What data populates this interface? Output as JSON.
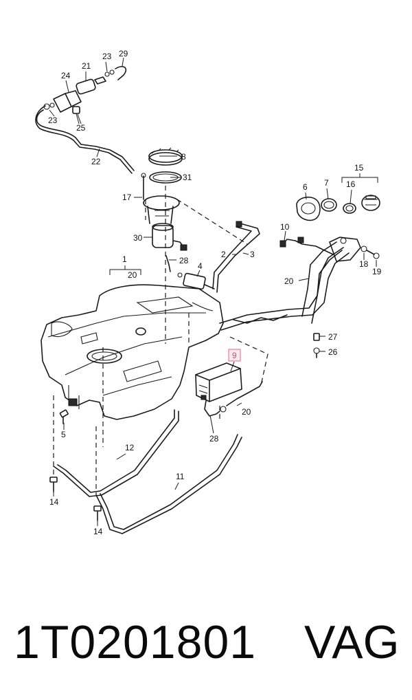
{
  "diagram": {
    "callouts": [
      {
        "id": "c1",
        "label": "1"
      },
      {
        "id": "c20a",
        "label": "20"
      },
      {
        "id": "c2",
        "label": "2"
      },
      {
        "id": "c3",
        "label": "3"
      },
      {
        "id": "c4",
        "label": "4"
      },
      {
        "id": "c5",
        "label": "5"
      },
      {
        "id": "c6",
        "label": "6"
      },
      {
        "id": "c7",
        "label": "7"
      },
      {
        "id": "c8",
        "label": "8"
      },
      {
        "id": "c9",
        "label": "9"
      },
      {
        "id": "c10",
        "label": "10"
      },
      {
        "id": "c11",
        "label": "11"
      },
      {
        "id": "c12",
        "label": "12"
      },
      {
        "id": "c14a",
        "label": "14"
      },
      {
        "id": "c14b",
        "label": "14"
      },
      {
        "id": "c15",
        "label": "15"
      },
      {
        "id": "c16",
        "label": "16"
      },
      {
        "id": "c17",
        "label": "17"
      },
      {
        "id": "c18",
        "label": "18"
      },
      {
        "id": "c19",
        "label": "19"
      },
      {
        "id": "c20b",
        "label": "20"
      },
      {
        "id": "c20c",
        "label": "20"
      },
      {
        "id": "c21",
        "label": "21"
      },
      {
        "id": "c22",
        "label": "22"
      },
      {
        "id": "c23a",
        "label": "23"
      },
      {
        "id": "c23b",
        "label": "23"
      },
      {
        "id": "c24",
        "label": "24"
      },
      {
        "id": "c25",
        "label": "25"
      },
      {
        "id": "c26",
        "label": "26"
      },
      {
        "id": "c27",
        "label": "27"
      },
      {
        "id": "c28a",
        "label": "28"
      },
      {
        "id": "c28b",
        "label": "28"
      },
      {
        "id": "c29",
        "label": "29"
      },
      {
        "id": "c30",
        "label": "30"
      },
      {
        "id": "c31",
        "label": "31"
      }
    ]
  },
  "part_number": "1T0201801",
  "brand": "VAG",
  "colors": {
    "highlight_border": "#e06a8c",
    "highlight_fill": "#fde7ee",
    "highlight_text": "#d04a74",
    "ink": "#1a1a1a"
  }
}
